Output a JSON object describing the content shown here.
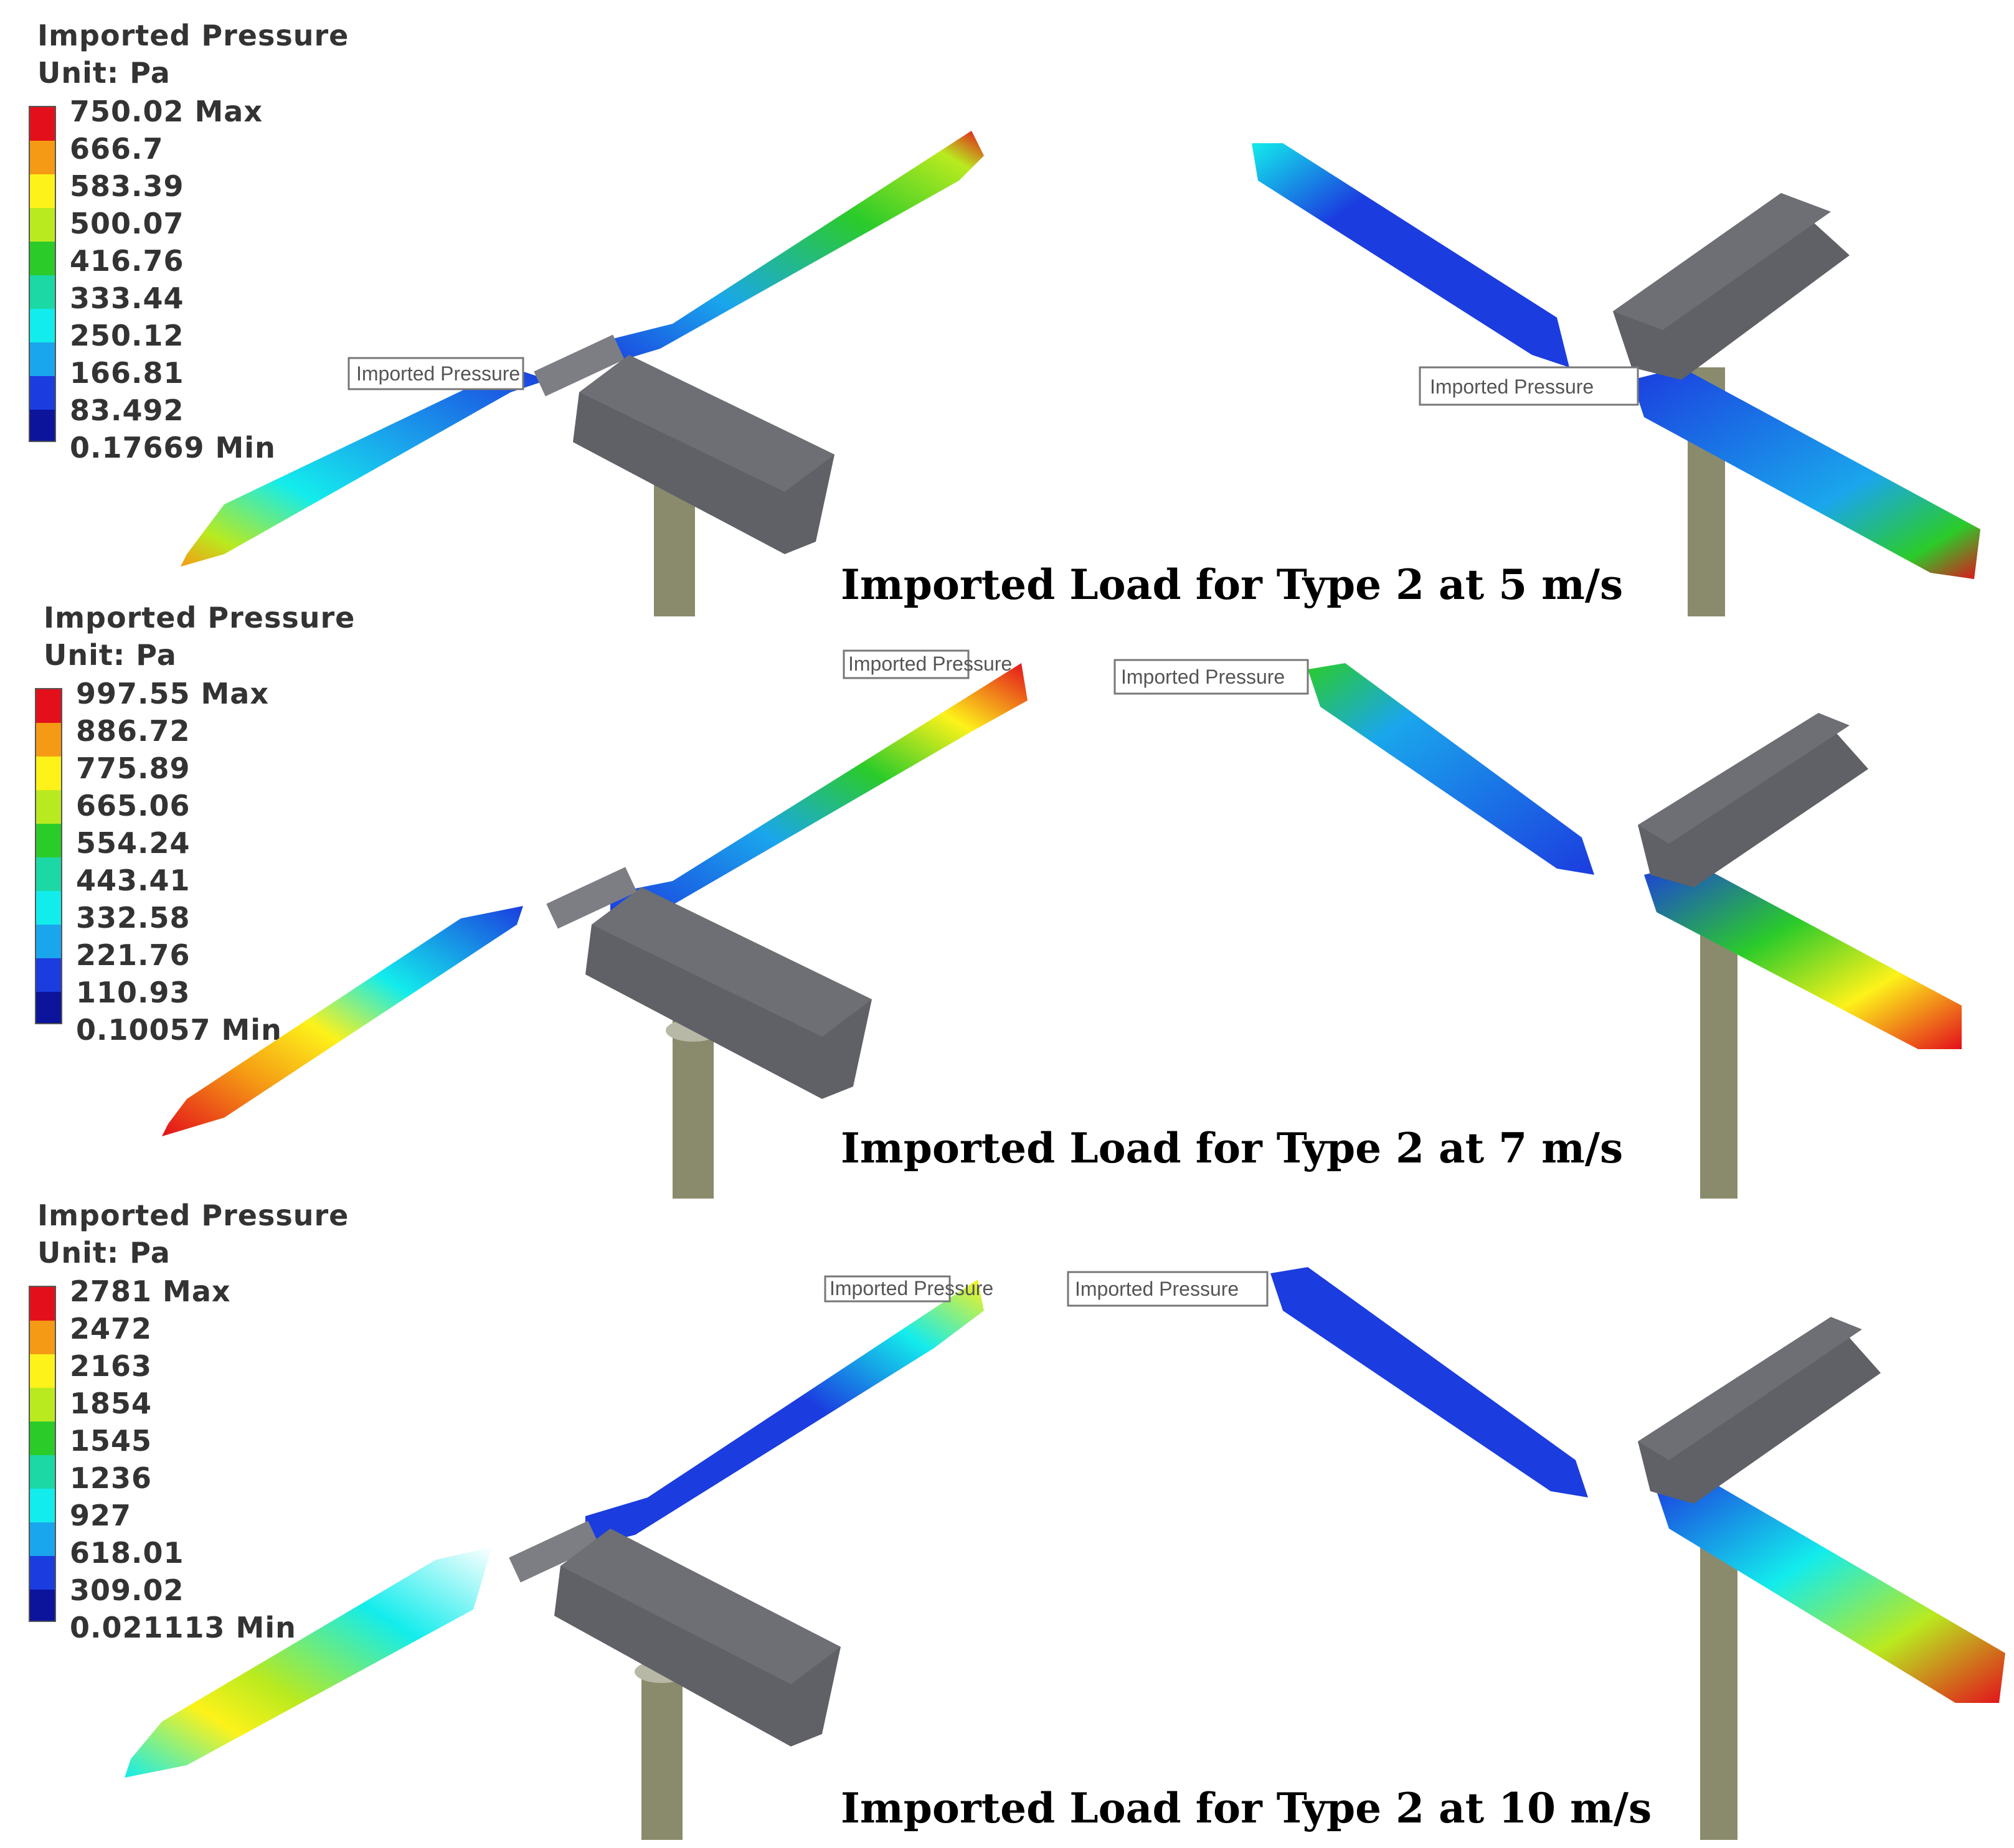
{
  "panels": [
    {
      "legend_title": "Imported Pressure",
      "unit": "Unit: Pa",
      "labels": [
        "750.02  Max",
        "666.7",
        "583.39",
        "500.07",
        "416.76",
        "333.44",
        "250.12",
        "166.81",
        "83.492",
        "0.17669  Min"
      ],
      "caption": "Imported Load for Type 2 at  5 m/s",
      "tag_left": "Imported Pressure",
      "tag_right": "Imported Pressure"
    },
    {
      "legend_title": "Imported Pressure",
      "unit": "Unit: Pa",
      "labels": [
        "997.55  Max",
        "886.72",
        "775.89",
        "665.06",
        "554.24",
        "443.41",
        "332.58",
        "221.76",
        "110.93",
        "0.10057  Min"
      ],
      "caption": "Imported Load for Type 2 at  7 m/s",
      "tag_left": "Imported Pressure",
      "tag_right": "Imported Pressure"
    },
    {
      "legend_title": "Imported Pressure",
      "unit": "Unit: Pa",
      "labels": [
        "2781  Max",
        "2472",
        "2163",
        "1854",
        "1545",
        "1236",
        "927",
        "618.01",
        "309.02",
        "0.021113  Min"
      ],
      "caption": "Imported Load for Type 2 at 10 m/s",
      "tag_left": "Imported Pressure",
      "tag_right": "Imported Pressure"
    }
  ],
  "colors": {
    "scale": [
      "#e3101b",
      "#f59a14",
      "#fdf21a",
      "#b9ea1f",
      "#2bcb2a",
      "#1cd8a4",
      "#13ecec",
      "#1aa6ec",
      "#1b3cdf",
      "#0b149a"
    ],
    "nacelle": "#5f6166",
    "tower": "#8a8b6c"
  }
}
